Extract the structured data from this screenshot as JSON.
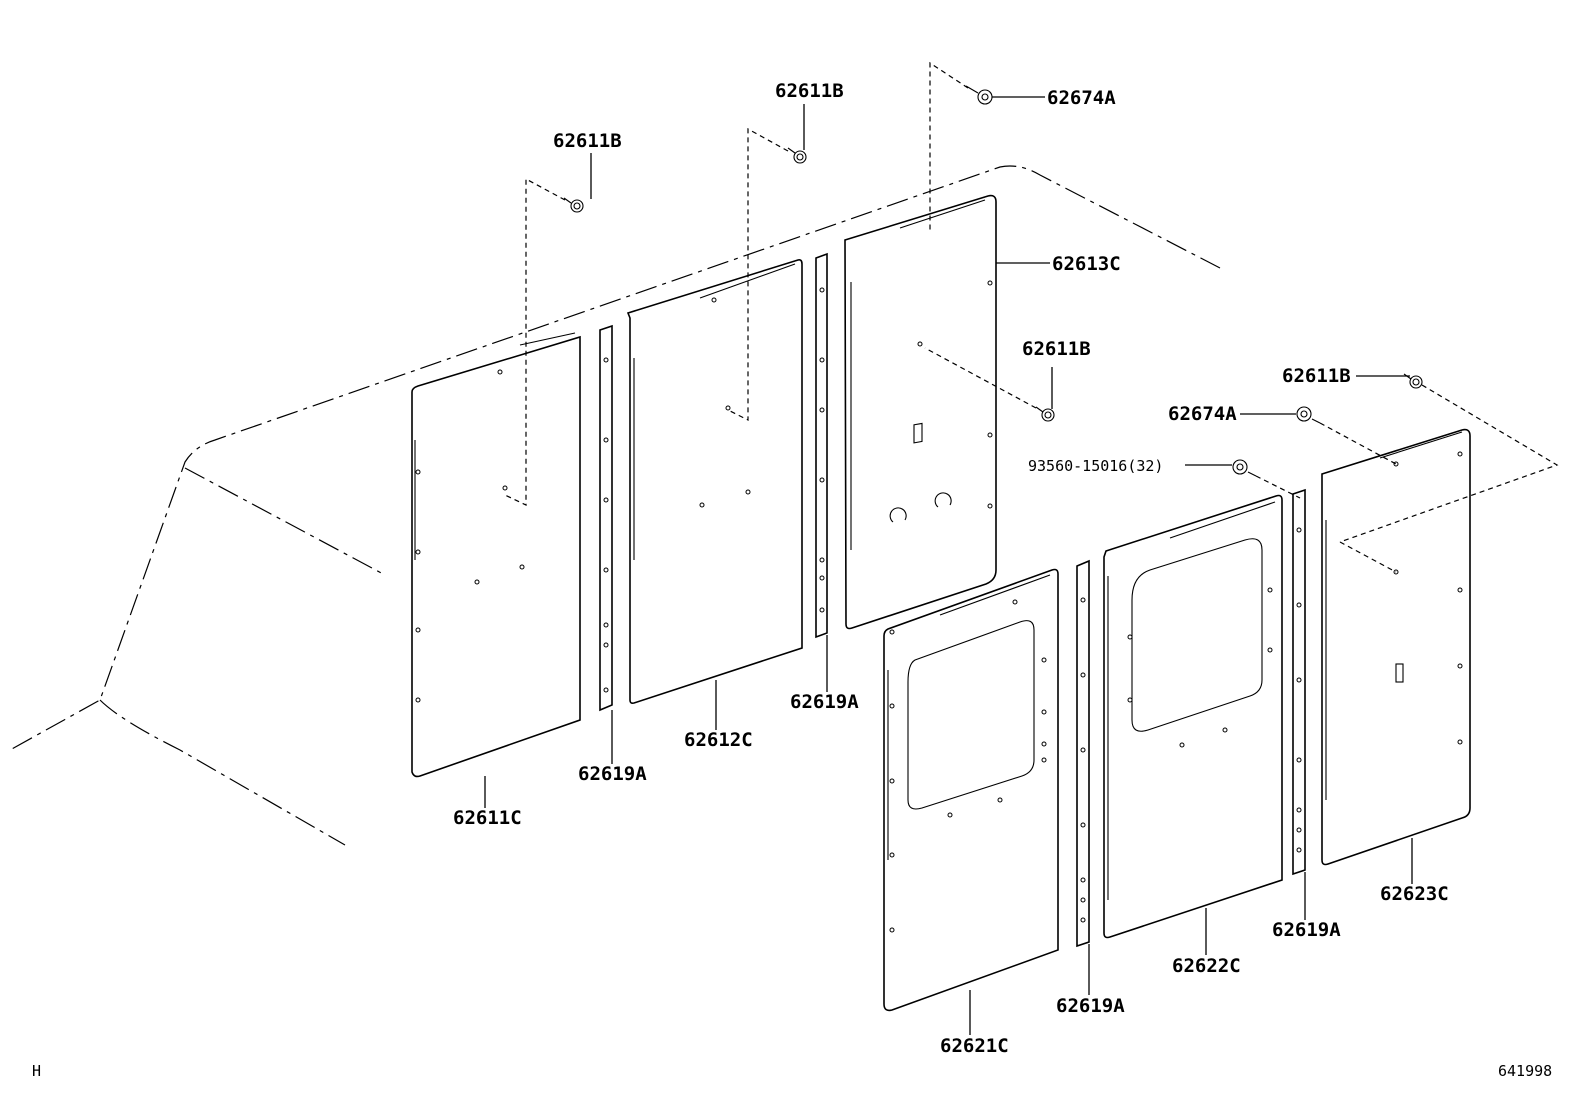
{
  "labels": {
    "p62611c": "62611C",
    "p62612c": "62612C",
    "p62613c": "62613C",
    "p62619a_1": "62619A",
    "p62619a_2": "62619A",
    "p62619a_3": "62619A",
    "p62619a_4": "62619A",
    "p62621c": "62621C",
    "p62622c": "62622C",
    "p62623c": "62623C",
    "p62611b_1": "62611B",
    "p62611b_2": "62611B",
    "p62611b_3": "62611B",
    "p62611b_4": "62611B",
    "p62674a_1": "62674A",
    "p62674a_2": "62674A",
    "p93560": "93560-15016(32)"
  },
  "footer": {
    "left_code": "H",
    "right_code": "641998"
  }
}
